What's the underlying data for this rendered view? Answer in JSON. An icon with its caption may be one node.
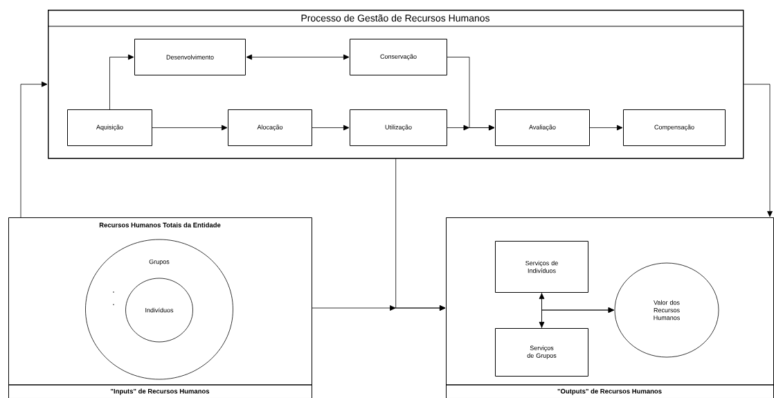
{
  "diagram": {
    "nodes": [
      {
        "text": [
          "Processo de Gestão de Recursos Humanos"
        ]
      },
      {
        "text": [
          "Desenvolvimento"
        ],
        "in": 0
      },
      {
        "text": [
          "Conservação"
        ],
        "in": 0
      },
      {
        "text": [
          "Aquisição"
        ],
        "in": 0
      },
      {
        "text": [
          "Alocação"
        ],
        "in": 0
      },
      {
        "text": [
          "Utilização"
        ],
        "in": 0
      },
      {
        "text": [
          "Avaliação"
        ],
        "in": 0
      },
      {
        "text": [
          "Compensação"
        ],
        "in": 0
      },
      {
        "text": [
          "Recursos Humanos Totais da Entidade",
          "\"Inputs\" de Recursos Humanos"
        ]
      },
      {
        "text": [
          "Grupos"
        ],
        "in": 8
      },
      {
        "text": [
          "Indivíduos"
        ],
        "in": 9
      },
      {
        "text": [
          "\"Outputs\" de Recursos Humanos"
        ]
      },
      {
        "text": [
          "Serviços de Indivíduos"
        ],
        "in": 11
      },
      {
        "text": [
          "Serviços de Grupos"
        ],
        "in": 11
      },
      {
        "text": [
          "Valor dos Recursos Humanos"
        ],
        "in": 11
      }
    ],
    "edges": [
      {
        "from": 3,
        "to": 1,
        "arrow": "to"
      },
      {
        "from": 1,
        "to": 2,
        "arrow": "both"
      },
      {
        "from": 3,
        "to": 4,
        "arrow": "to"
      },
      {
        "from": 4,
        "to": 5,
        "arrow": "to"
      },
      {
        "from": 5,
        "to": 6,
        "arrow": "to"
      },
      {
        "from": 2,
        "to": 6,
        "arrow": "to"
      },
      {
        "from": 6,
        "to": 7,
        "arrow": "to"
      },
      {
        "from": 8,
        "to": 0,
        "arrow": "to"
      },
      {
        "from": 0,
        "to": 11,
        "arrow": "to"
      },
      {
        "from": 0,
        "to": 11,
        "arrow": "to"
      },
      {
        "from": 8,
        "to": 11,
        "arrow": "to"
      },
      {
        "from": 12,
        "to": 13,
        "arrow": "both"
      },
      {
        "from": 12,
        "to": 14,
        "arrow": "to"
      },
      {
        "from": 13,
        "to": 14,
        "arrow": "to"
      }
    ]
  }
}
